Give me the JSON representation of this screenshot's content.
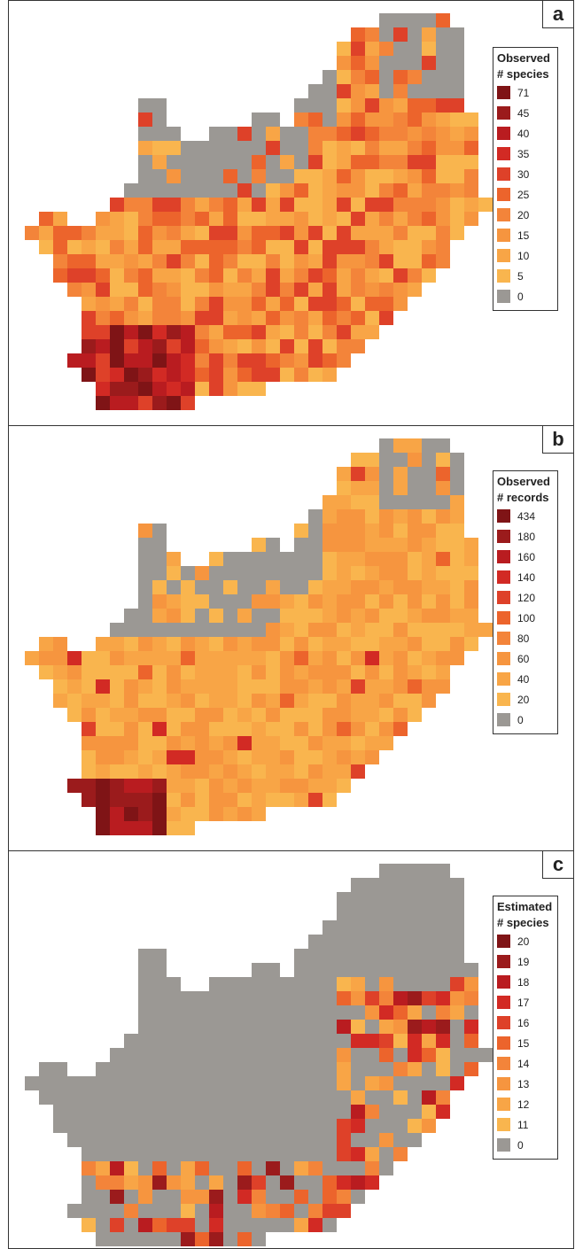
{
  "panels": [
    {
      "letter": "a",
      "legend_title_line1": "Observed",
      "legend_title_line2": "# species",
      "legend": [
        {
          "label": "71",
          "color": "#7f1416"
        },
        {
          "label": "45",
          "color": "#9b1b1c"
        },
        {
          "label": "40",
          "color": "#b91c20"
        },
        {
          "label": "35",
          "color": "#d22a24"
        },
        {
          "label": "30",
          "color": "#de4129"
        },
        {
          "label": "25",
          "color": "#ec642c"
        },
        {
          "label": "20",
          "color": "#f3843a"
        },
        {
          "label": "15",
          "color": "#f6953f"
        },
        {
          "label": "10",
          "color": "#f8a546"
        },
        {
          "label": "5",
          "color": "#f9b54e"
        },
        {
          "label": "0",
          "color": "#9b9894"
        }
      ]
    },
    {
      "letter": "b",
      "legend_title_line1": "Observed",
      "legend_title_line2": "# records",
      "legend": [
        {
          "label": "434",
          "color": "#7f1416"
        },
        {
          "label": "180",
          "color": "#9b1b1c"
        },
        {
          "label": "160",
          "color": "#b91c20"
        },
        {
          "label": "140",
          "color": "#d22a24"
        },
        {
          "label": "120",
          "color": "#de4129"
        },
        {
          "label": "100",
          "color": "#ec642c"
        },
        {
          "label": "80",
          "color": "#f3843a"
        },
        {
          "label": "60",
          "color": "#f6953f"
        },
        {
          "label": "40",
          "color": "#f8a546"
        },
        {
          "label": "20",
          "color": "#f9b54e"
        },
        {
          "label": "0",
          "color": "#9b9894"
        }
      ]
    },
    {
      "letter": "c",
      "legend_title_line1": "Estimated",
      "legend_title_line2": "# species",
      "legend": [
        {
          "label": "20",
          "color": "#7f1416"
        },
        {
          "label": "19",
          "color": "#9b1b1c"
        },
        {
          "label": "18",
          "color": "#b91c20"
        },
        {
          "label": "17",
          "color": "#d22a24"
        },
        {
          "label": "16",
          "color": "#de4129"
        },
        {
          "label": "15",
          "color": "#ec642c"
        },
        {
          "label": "14",
          "color": "#f3843a"
        },
        {
          "label": "13",
          "color": "#f6953f"
        },
        {
          "label": "12",
          "color": "#f8a546"
        },
        {
          "label": "11",
          "color": "#f9b54e"
        },
        {
          "label": "0",
          "color": "#9b9894"
        }
      ]
    }
  ]
}
